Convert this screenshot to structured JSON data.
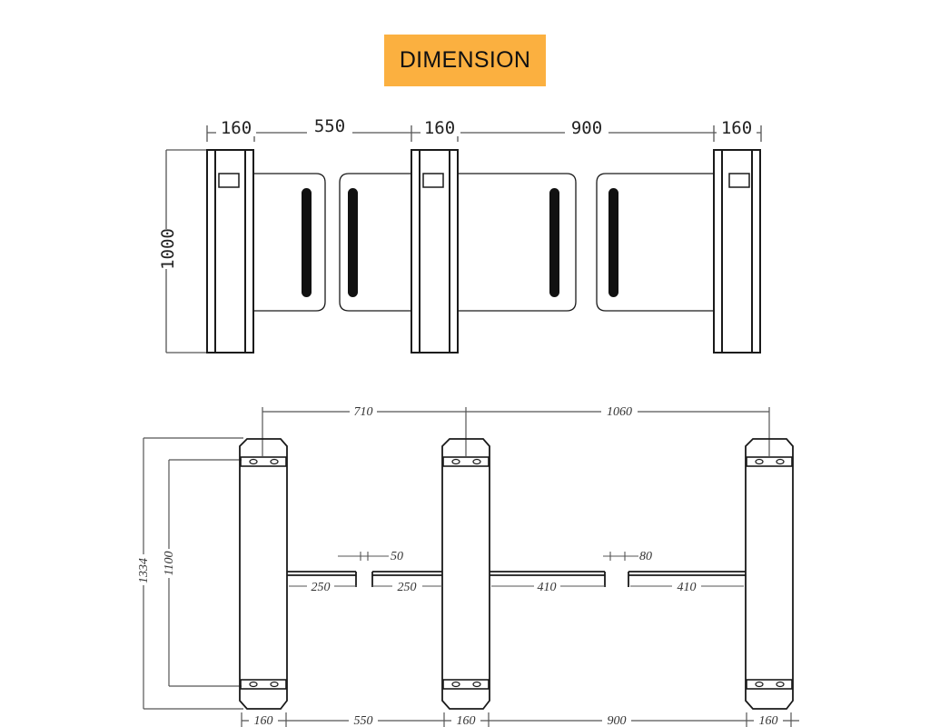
{
  "title": "DIMENSION",
  "top_view": {
    "widths": [
      "160",
      "550",
      "160",
      "900",
      "160"
    ],
    "height": "1000"
  },
  "bottom_view": {
    "top_spans": [
      "710",
      "1060"
    ],
    "left_heights": [
      "1334",
      "1100"
    ],
    "gap_small": "50",
    "gap_large": "80",
    "arm_left": [
      "250",
      "250"
    ],
    "arm_right": [
      "410",
      "410"
    ],
    "bottom_widths": [
      "160",
      "550",
      "160",
      "900",
      "160"
    ]
  }
}
